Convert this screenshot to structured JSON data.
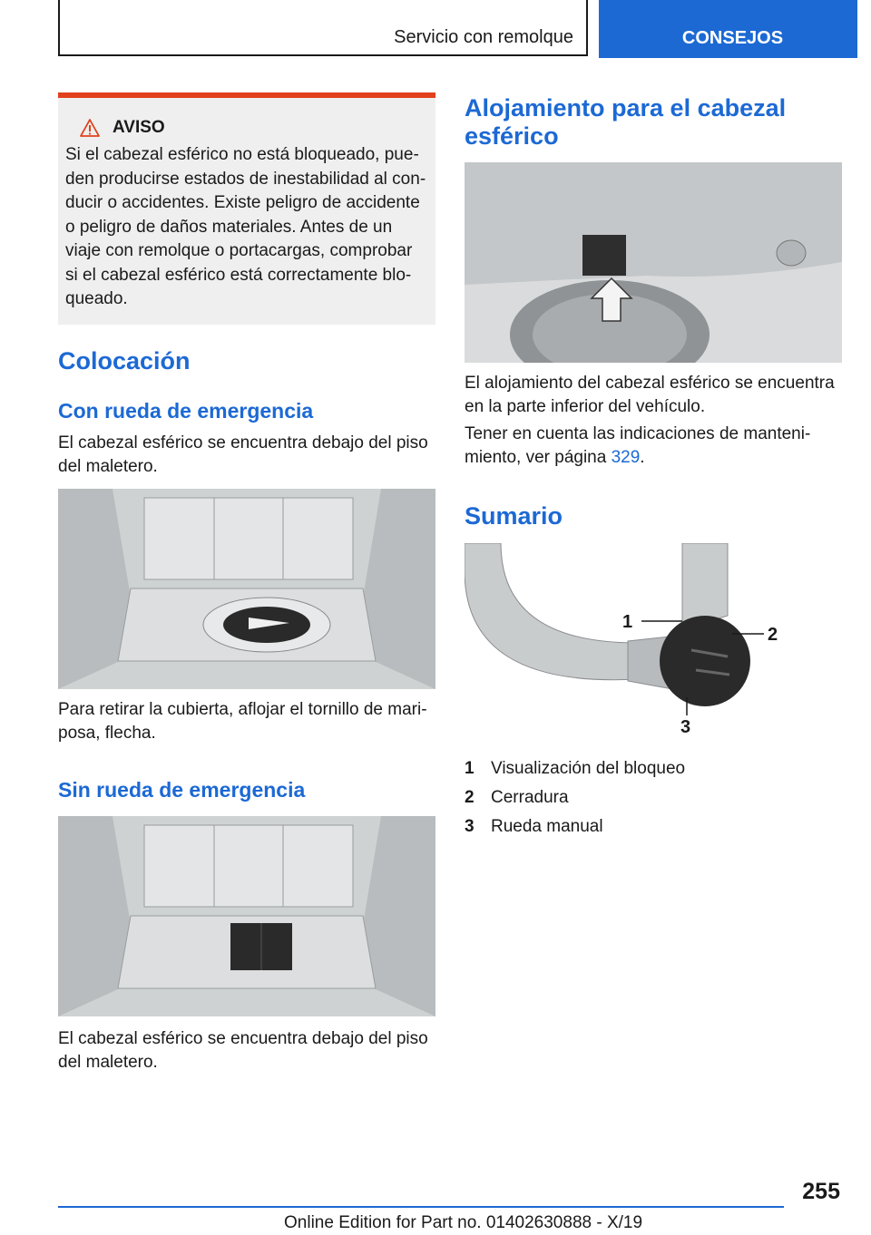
{
  "header": {
    "section": "Servicio con remolque",
    "chapter": "CONSEJOS"
  },
  "warning": {
    "title": "AVISO",
    "text": "Si el cabezal esférico no está bloqueado, pue­den producirse estados de inestabilidad al con­ducir o accidentes. Existe peligro de accidente o peligro de daños materiales. Antes de un viaje con remolque o portacargas, comprobar si el cabezal esférico está correctamente blo­queado."
  },
  "left": {
    "heading": "Colocación",
    "sub1": "Con rueda de emergencia",
    "sub1_text": "El cabezal esférico se encuentra debajo del piso del maletero.",
    "caption1": "Para retirar la cubierta, aflojar el tornillo de mari­posa, flecha.",
    "sub2": "Sin rueda de emergencia",
    "caption2": "El cabezal esférico se encuentra debajo del piso del maletero."
  },
  "right": {
    "heading": "Alojamiento para el cabezal esférico",
    "para1": "El alojamiento del cabezal esférico se encuentra en la parte inferior del vehículo.",
    "para2_prefix": "Tener en cuenta las indicaciones de manteni­miento, ver página ",
    "para2_link": "329",
    "para2_suffix": ".",
    "heading2": "Sumario",
    "callouts": [
      "1",
      "2",
      "3"
    ],
    "legend": [
      {
        "num": "1",
        "label": "Visualización del bloqueo"
      },
      {
        "num": "2",
        "label": "Cerradura"
      },
      {
        "num": "3",
        "label": "Rueda manual"
      }
    ]
  },
  "footer": {
    "page": "255",
    "edition": "Online Edition for Part no. 01402630888 - X/19"
  },
  "colors": {
    "accent": "#1c69d4",
    "warning": "#e2401c"
  }
}
